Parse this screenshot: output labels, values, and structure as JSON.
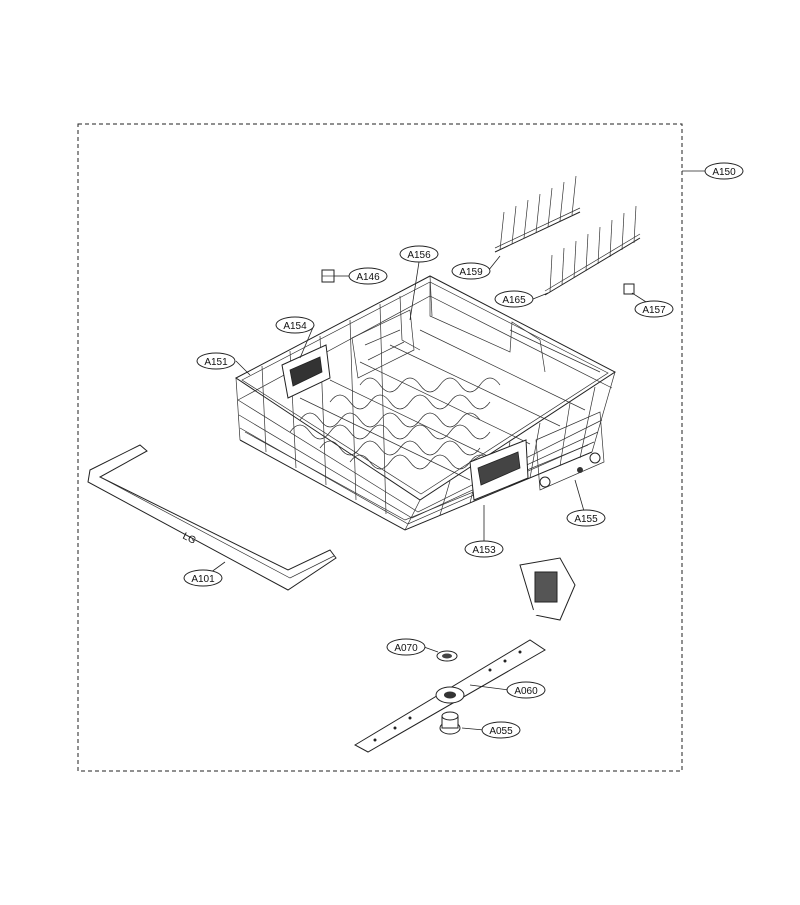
{
  "diagram": {
    "labels": {
      "a150": "A150",
      "a159": "A159",
      "a156": "A156",
      "a146": "A146",
      "a165": "A165",
      "a157": "A157",
      "a154": "A154",
      "a151": "A151",
      "a155": "A155",
      "a153": "A153",
      "a101": "A101",
      "a070": "A070",
      "a060": "A060",
      "a055": "A055"
    },
    "handle_mark": "LG"
  }
}
